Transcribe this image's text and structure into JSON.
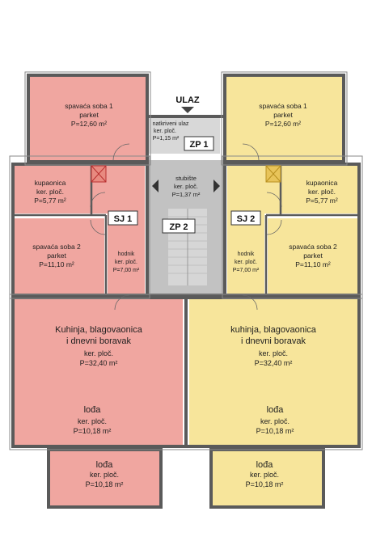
{
  "entrance": {
    "label": "ULAZ"
  },
  "zp1": {
    "tag": "ZP 1",
    "lines": [
      "natkriveni ulaz",
      "ker. ploč.",
      "P=1,15 m²"
    ]
  },
  "zp2": {
    "tag": "ZP 2"
  },
  "staircase": {
    "lines": [
      "stubište",
      "ker. ploč.",
      "P=1,37 m²"
    ]
  },
  "units": [
    {
      "tag": "SJ 1",
      "color": "#f0a6a0",
      "rooms": {
        "bedroom1": [
          "spavaća soba 1",
          "parket",
          "P=12,60 m²"
        ],
        "bathroom": [
          "kupaonica",
          "ker. ploč.",
          "P=5,77 m²"
        ],
        "bedroom2": [
          "spavaća soba 2",
          "parket",
          "P=11,10 m²"
        ],
        "hallway": [
          "hodnik",
          "ker. ploč.",
          "P=7,00 m²"
        ],
        "living": [
          "Kuhinja, blagovaonica",
          "i dnevni boravak",
          "ker. ploč.",
          "P=32,40 m²"
        ],
        "loggia": [
          "lođa",
          "ker. ploč.",
          "P=10,18 m²"
        ],
        "balcony": [
          "lođa",
          "ker. ploč.",
          "P=10,18 m²"
        ]
      }
    },
    {
      "tag": "SJ 2",
      "color": "#f7e59b",
      "rooms": {
        "bedroom1": [
          "spavaća soba 1",
          "parket",
          "P=12,60 m²"
        ],
        "bathroom": [
          "kupaonica",
          "ker. ploč.",
          "P=5,77 m²"
        ],
        "bedroom2": [
          "spavaća soba 2",
          "parket",
          "P=11,10 m²"
        ],
        "hallway": [
          "hodnik",
          "ker. ploč.",
          "P=7,00 m²"
        ],
        "living": [
          "kuhinja, blagovaonica",
          "i dnevni boravak",
          "ker. ploč.",
          "P=32,40 m²"
        ],
        "loggia": [
          "lođa",
          "ker. ploč.",
          "P=10,18 m²"
        ],
        "balcony": [
          "lođa",
          "ker. ploč.",
          "P=10,18 m²"
        ]
      }
    }
  ]
}
